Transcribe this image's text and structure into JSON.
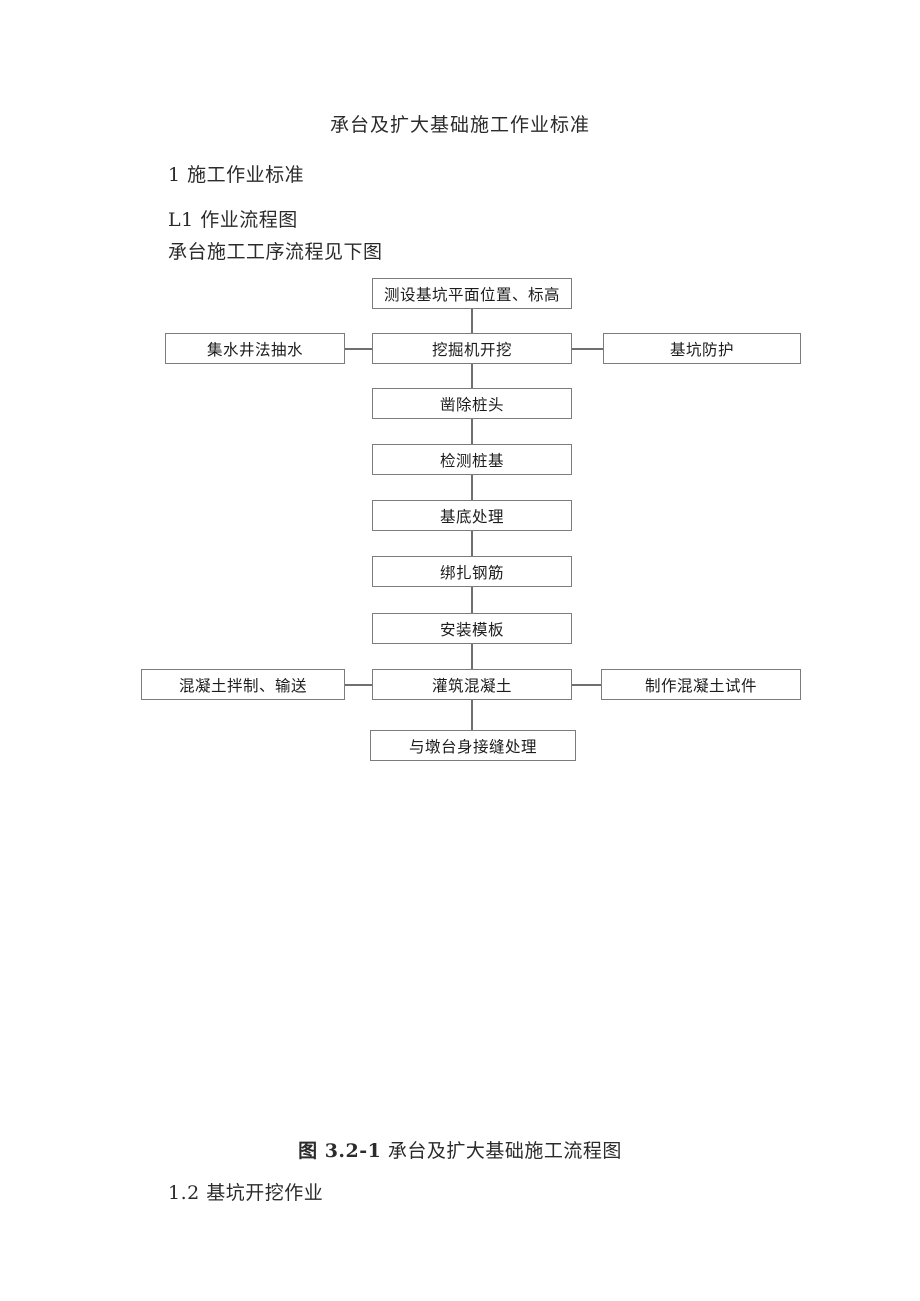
{
  "document": {
    "title": "承台及扩大基础施工作业标准",
    "paragraphs": [
      "1 施工作业标准",
      "L1 作业流程图",
      "承台施工工序流程见下图"
    ],
    "figure_caption_number": "图 3.2-1",
    "figure_caption_text": "承台及扩大基础施工流程图",
    "closing_paragraph": "1.2 基坑开挖作业"
  },
  "flowchart": {
    "border_color": "#7c7c7c",
    "connector_color": "#6f6f6f",
    "background_color": "#ffffff",
    "nodes": {
      "survey": "测设基坑平面位置、标高",
      "excavate": "挖掘机开挖",
      "dewater": "集水井法抽水",
      "pit_protection": "基坑防护",
      "chisel_pile_head": "凿除桩头",
      "test_pile": "检测桩基",
      "base_treatment": "基底处理",
      "tie_rebar": "绑扎钢筋",
      "install_formwork": "安装模板",
      "mix_transport": "混凝土拌制、输送",
      "pour_concrete": "灌筑混凝土",
      "make_specimen": "制作混凝土试件",
      "joint_treatment": "与墩台身接缝处理"
    }
  }
}
